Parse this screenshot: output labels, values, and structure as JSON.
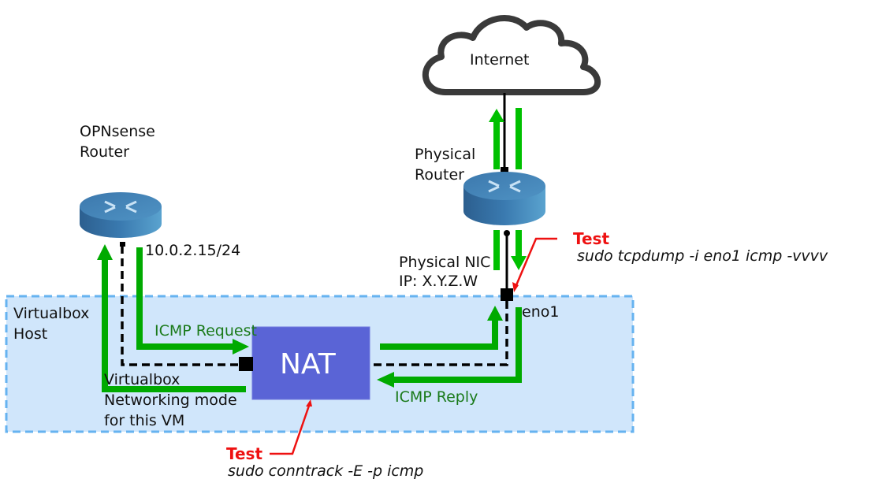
{
  "nodes": {
    "internet": {
      "label": "Internet"
    },
    "physical_router": {
      "label_line1": "Physical",
      "label_line2": "Router"
    },
    "opnsense_router": {
      "label_line1": "OPNsense",
      "label_line2": "Router",
      "ip": "10.0.2.15/24"
    },
    "physical_nic": {
      "label_line1": "Physical NIC",
      "label_line2": "IP: X.Y.Z.W",
      "interface": "eno1"
    },
    "nat": {
      "label": "NAT"
    },
    "virtualbox_host": {
      "label_line1": "Virtualbox",
      "label_line2": "Host"
    },
    "networking_mode": {
      "line1": "Virtualbox",
      "line2": "Networking mode",
      "line3": "for this VM"
    }
  },
  "flows": {
    "request": "ICMP Request",
    "reply": "ICMP Reply"
  },
  "tests": [
    {
      "label": "Test",
      "command": "sudo tcpdump -i eno1 icmp -vvvv"
    },
    {
      "label": "Test",
      "command": "sudo conntrack -E -p icmp"
    }
  ],
  "colors": {
    "flow_green": "#00aa00",
    "host_fill": "#d0e6fb",
    "host_border": "#66b3f0",
    "nat_fill": "#5a64d6",
    "test_red": "#ee1111",
    "router_blue": "#3a7ab0"
  }
}
